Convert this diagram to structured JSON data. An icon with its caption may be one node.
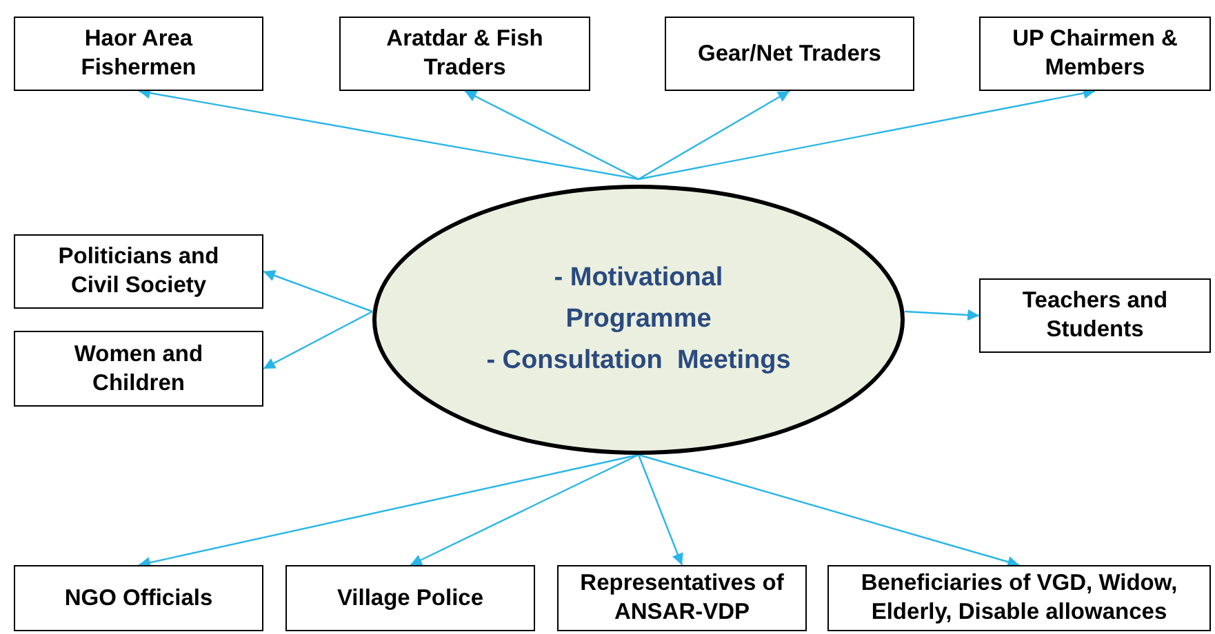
{
  "diagram": {
    "nodes": [
      {
        "text": [
          "- Motivational Programme",
          "- Consultation  Meetings"
        ]
      },
      {
        "text": [
          "Haor Area Fishermen"
        ]
      },
      {
        "text": [
          "Aratdar & Fish Traders"
        ]
      },
      {
        "text": [
          "Gear/Net Traders"
        ]
      },
      {
        "text": [
          "UP Chairmen & Members"
        ]
      },
      {
        "text": [
          "Politicians and Civil Society"
        ]
      },
      {
        "text": [
          "Women and Children"
        ]
      },
      {
        "text": [
          "Teachers and Students"
        ]
      },
      {
        "text": [
          "NGO Officials"
        ]
      },
      {
        "text": [
          "Village Police"
        ]
      },
      {
        "text": [
          "Representatives of ANSAR-VDP"
        ]
      },
      {
        "text": [
          "Beneficiaries of VGD, Widow, Elderly, Disable allowances"
        ]
      }
    ],
    "edges": [
      {
        "from": 0,
        "to": 1,
        "arrow": "to"
      },
      {
        "from": 0,
        "to": 2,
        "arrow": "to"
      },
      {
        "from": 0,
        "to": 3,
        "arrow": "to"
      },
      {
        "from": 0,
        "to": 4,
        "arrow": "to"
      },
      {
        "from": 0,
        "to": 5,
        "arrow": "to"
      },
      {
        "from": 0,
        "to": 6,
        "arrow": "to"
      },
      {
        "from": 0,
        "to": 7,
        "arrow": "to"
      },
      {
        "from": 0,
        "to": 8,
        "arrow": "to"
      },
      {
        "from": 0,
        "to": 9,
        "arrow": "to"
      },
      {
        "from": 0,
        "to": 10,
        "arrow": "to"
      },
      {
        "from": 0,
        "to": 11,
        "arrow": "to"
      }
    ]
  }
}
